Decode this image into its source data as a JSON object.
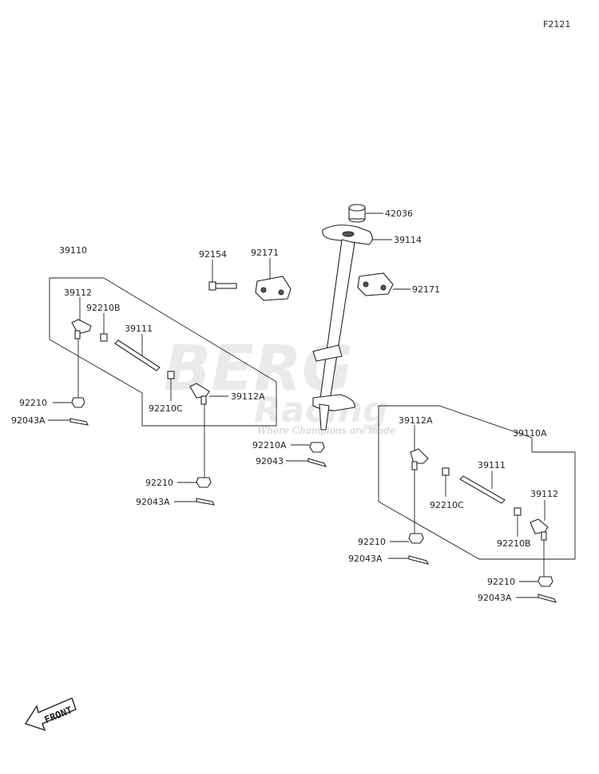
{
  "figure_code": "F2121",
  "watermark": {
    "line1": "BERG",
    "line2": "Racing",
    "tagline": "Where Champions are made"
  },
  "front_marker": "FRONT",
  "labels": {
    "l_42036": "42036",
    "l_39114": "39114",
    "l_92171_a": "92171",
    "l_92171_b": "92171",
    "l_92154": "92154",
    "l_39110": "39110",
    "l_39112_l": "39112",
    "l_92210B_l": "92210B",
    "l_39111_l": "39111",
    "l_92210C_l": "92210C",
    "l_39112A_l": "39112A",
    "l_92210_l1": "92210",
    "l_92043A_l1": "92043A",
    "l_92210_l2": "92210",
    "l_92043A_l2": "92043A",
    "l_92210A_c": "92210A",
    "l_92043_c": "92043",
    "l_39110A": "39110A",
    "l_39112A_r": "39112A",
    "l_39111_r": "39111",
    "l_92210C_r": "92210C",
    "l_39112_r": "39112",
    "l_92210B_r": "92210B",
    "l_92210_r1": "92210",
    "l_92043A_r1": "92043A",
    "l_92210_r2": "92210",
    "l_92043A_r2": "92043A"
  }
}
